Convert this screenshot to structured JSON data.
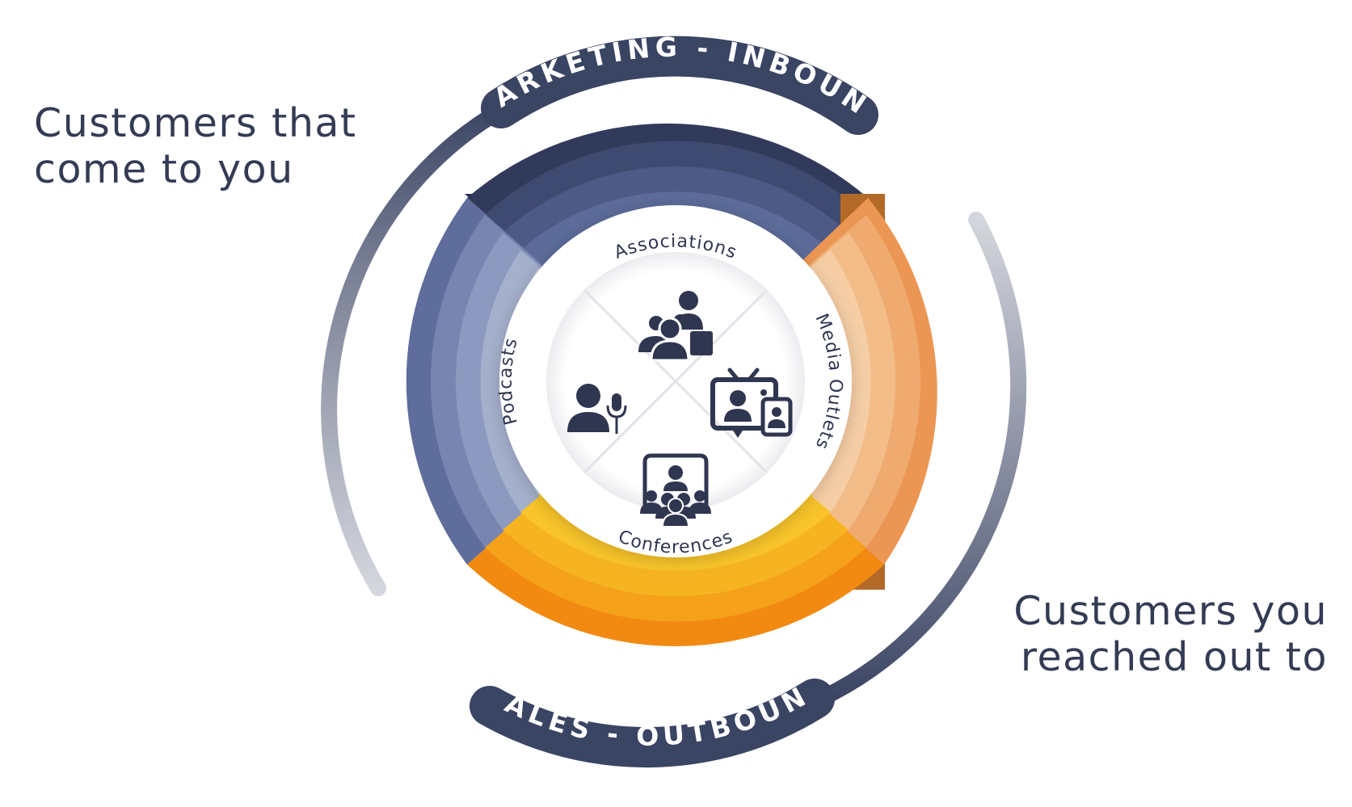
{
  "arc_labels": {
    "marketing": "MARKETING - INBOUND",
    "sales": "SALES - OUTBOUND"
  },
  "captions": {
    "inbound": [
      "Customers that",
      "come to you"
    ],
    "outbound": [
      "Customers you",
      "reached out to"
    ]
  },
  "segments": [
    {
      "label": "Associations",
      "icon": "group-presenter-icon"
    },
    {
      "label": "Media Outlets",
      "icon": "tv-video-call-icon"
    },
    {
      "label": "Conferences",
      "icon": "audience-screen-icon"
    },
    {
      "label": "Podcasts",
      "icon": "person-microphone-icon"
    }
  ],
  "colors": {
    "navy_text": "#333c54",
    "arc_band": "#3a4463",
    "blue_quadrant": "#5e6d9c",
    "orange_quadrant": "#ec9a55",
    "yellow_quadrant": "#f6ac1d",
    "icon": "#2f3650"
  }
}
